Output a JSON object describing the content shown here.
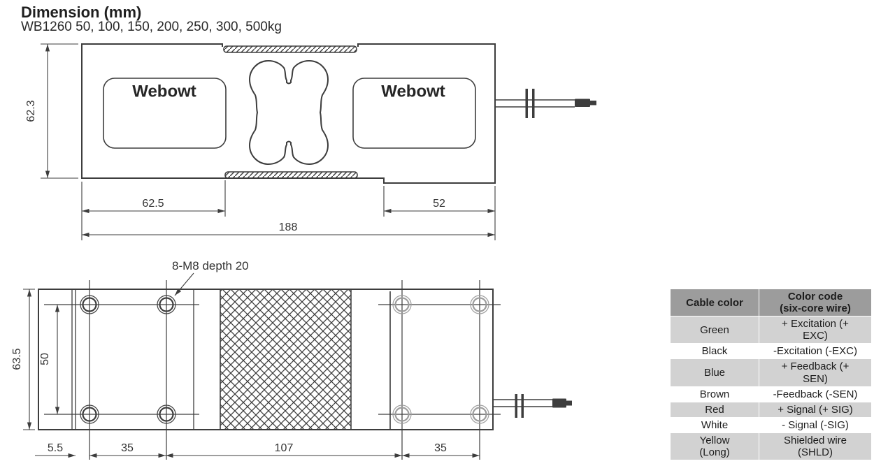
{
  "title": "Dimension (mm)",
  "subtitle": "WB1260 50, 100, 150, 200, 250, 300, 500kg",
  "brand_label": "Webowt",
  "top_view": {
    "height_dim": "62.3",
    "left_section_dim": "62.5",
    "right_section_dim": "52",
    "total_length_dim": "188"
  },
  "bottom_view": {
    "thread_note": "8-M8 depth 20",
    "height_dim": "63.5",
    "hole_row_spacing_dim": "50",
    "edge_offset_dim": "5.5",
    "left_hole_spacing_dim": "35",
    "center_section_dim": "107",
    "right_hole_spacing_dim": "35"
  },
  "cable_table": {
    "header": {
      "col1": "Cable color",
      "col2_line1": "Color code",
      "col2_line2": "(six-core wire)"
    },
    "rows": [
      {
        "color": [
          "Green"
        ],
        "code": [
          "+ Excitation (+",
          "EXC)"
        ]
      },
      {
        "color": [
          "Black"
        ],
        "code": [
          "-Excitation (-EXC)"
        ]
      },
      {
        "color": [
          "Blue"
        ],
        "code": [
          "+ Feedback (+",
          "SEN)"
        ]
      },
      {
        "color": [
          "Brown"
        ],
        "code": [
          "-Feedback (-SEN)"
        ]
      },
      {
        "color": [
          "Red"
        ],
        "code": [
          "+ Signal (+ SIG)"
        ]
      },
      {
        "color": [
          "White"
        ],
        "code": [
          "- Signal (-SIG)"
        ]
      },
      {
        "color": [
          "Yellow",
          "(Long)"
        ],
        "code": [
          "Shielded wire",
          "(SHLD)"
        ]
      }
    ]
  },
  "colors": {
    "line": "#3d3d3d",
    "secondary_hole": "#9d9d9d",
    "table_header_bg": "#9c9c9c",
    "table_alt_row_bg": "#d2d2d2"
  }
}
